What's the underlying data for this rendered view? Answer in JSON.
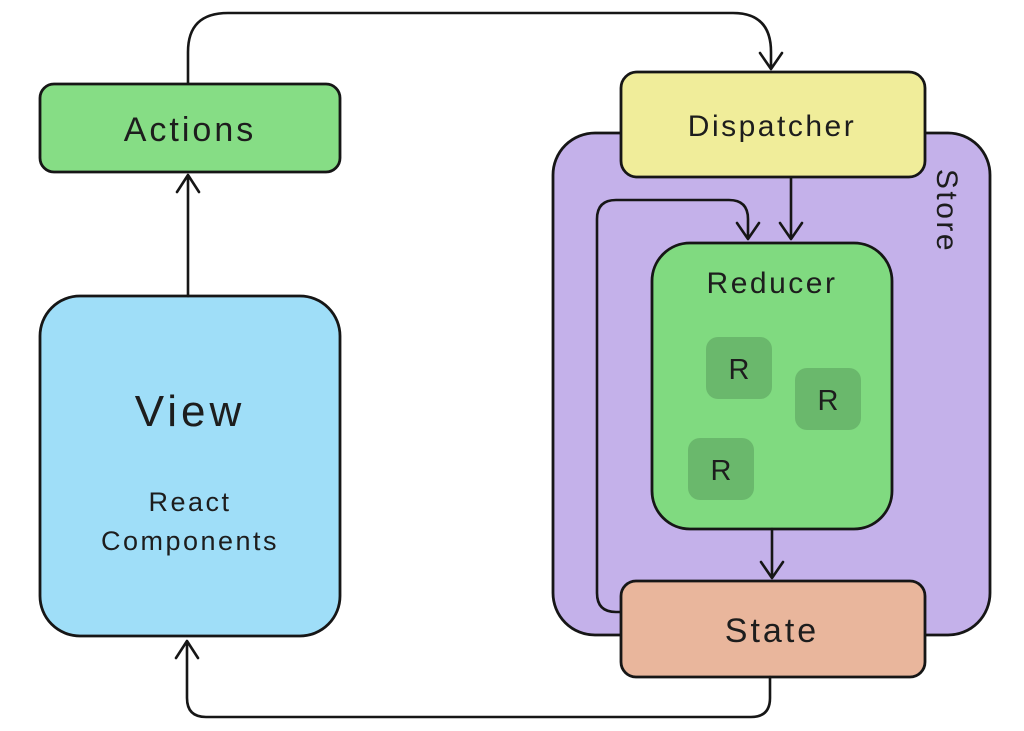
{
  "diagram": {
    "background": "#ffffff",
    "line_color": "#161616",
    "nodes": {
      "actions": {
        "label": "Actions",
        "fill": "#86dd85"
      },
      "view": {
        "label": "View",
        "sublines": [
          "React",
          "Components"
        ],
        "fill": "#9fdef8"
      },
      "dispatcher": {
        "label": "Dispatcher",
        "fill": "#f0ed9a"
      },
      "store": {
        "label": "Store",
        "fill": "#c4b1ea"
      },
      "reducer": {
        "label": "Reducer",
        "fill": "#80da80",
        "sub_reducers": [
          "R",
          "R",
          "R"
        ],
        "sub_reducer_fill": "#6ab86c"
      },
      "state": {
        "label": "State",
        "fill": "#e9b69c"
      }
    },
    "edges": [
      {
        "from": "view",
        "to": "actions"
      },
      {
        "from": "actions",
        "to": "dispatcher"
      },
      {
        "from": "dispatcher",
        "to": "reducer"
      },
      {
        "from": "state",
        "to": "reducer"
      },
      {
        "from": "reducer",
        "to": "state"
      },
      {
        "from": "state",
        "to": "view"
      }
    ]
  }
}
